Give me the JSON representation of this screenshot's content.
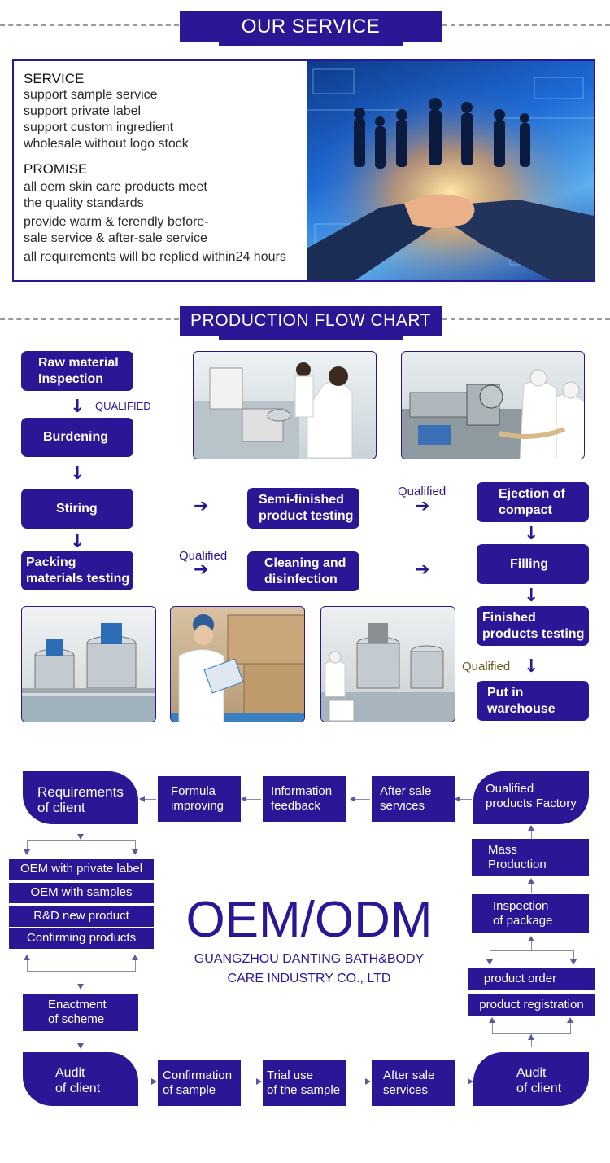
{
  "service_section": {
    "banner_title": "OUR SERVICE",
    "service_heading": "SERVICE",
    "service_items": [
      "support sample service",
      "support private label",
      "support custom ingredient",
      "wholesale without logo stock"
    ],
    "promise_heading": "PROMISE",
    "promise_items": [
      "all oem skin care products meet",
      "the quality standards",
      "provide warm & ferendly before-",
      "sale service & after-sale service",
      "all requirements will be replied within24 hours"
    ]
  },
  "production_section": {
    "banner_title": "PRODUCTION FLOW CHART",
    "steps": {
      "raw_material": [
        "Raw material",
        "Inspection"
      ],
      "burdening": "Burdening",
      "stiring": "Stiring",
      "packing": [
        "Packing",
        "materials testing"
      ],
      "semi_finished": [
        "Semi-finished",
        "product testing"
      ],
      "cleaning": [
        "Cleaning and",
        "disinfection"
      ],
      "ejection": [
        "Ejection of",
        "compact"
      ],
      "filling": "Filling",
      "finished": [
        "Finished",
        "products testing"
      ],
      "warehouse": [
        "Put in",
        "warehouse"
      ]
    },
    "qualified_caps": "QUALIFIED",
    "qualified": "Qualified"
  },
  "oem_section": {
    "main_title": "OEM/ODM",
    "company_line1": "GUANGZHOU DANTING BATH&BODY",
    "company_line2": "CARE INDUSTRY CO., LTD",
    "top_row": {
      "requirements": [
        "Requirements",
        "of client"
      ],
      "formula": [
        "Formula",
        "improving"
      ],
      "information": [
        "Information",
        "feedback"
      ],
      "after_sale": [
        "After sale",
        "services"
      ],
      "qualified_factory": [
        "Oualified",
        "products Factory"
      ]
    },
    "left_tabs": [
      "OEM with private label",
      "OEM with samples",
      "R&D new product",
      "Confirming products"
    ],
    "enactment": [
      "Enactment",
      "of scheme"
    ],
    "right_column": {
      "mass": [
        "Mass",
        "Production"
      ],
      "inspection": [
        "Inspection",
        "of package"
      ],
      "order": "product order",
      "registration": "product registration"
    },
    "bottom_row": {
      "audit_left": [
        "Audit",
        "of client"
      ],
      "confirmation": [
        "Confirmation",
        "of sample"
      ],
      "trial": [
        "Trial use",
        "of the sample"
      ],
      "after_sale": [
        "After sale",
        "services"
      ],
      "audit_right": [
        "Audit",
        "of client"
      ]
    }
  }
}
